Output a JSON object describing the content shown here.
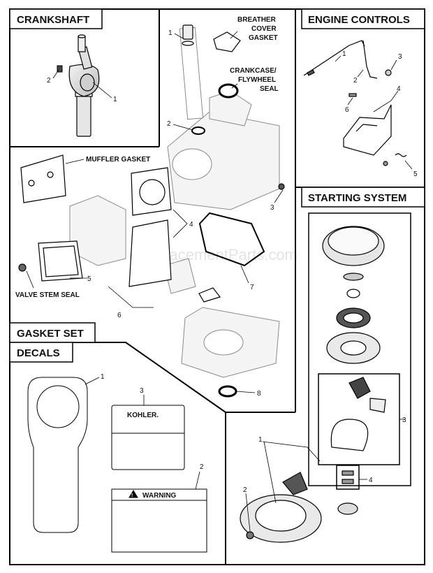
{
  "watermark": "eReplacementParts.com",
  "sections": {
    "crankshaft": {
      "title": "CRANKSHAFT",
      "callouts": [
        "1",
        "2"
      ]
    },
    "engine_controls": {
      "title": "ENGINE CONTROLS",
      "callouts": [
        "1",
        "2",
        "3",
        "4",
        "5",
        "6"
      ]
    },
    "gasket_set": {
      "title": "GASKET SET",
      "labels": {
        "breather": [
          "BREATHER",
          "COVER",
          "GASKET"
        ],
        "crankcase": [
          "CRANKCASE/",
          "FLYWHEEL",
          "SEAL"
        ],
        "muffler": "MUFFLER GASKET",
        "valve": "VALVE STEM SEAL"
      },
      "callouts": [
        "1",
        "2",
        "3",
        "4",
        "5",
        "6",
        "7",
        "8"
      ]
    },
    "starting_system": {
      "title": "STARTING SYSTEM",
      "callouts": [
        "1",
        "2",
        "3",
        "4"
      ]
    },
    "decals": {
      "title": "DECALS",
      "callouts": [
        "1",
        "2",
        "3"
      ],
      "kohler_text": "KOHLER.",
      "warning_text": "WARNING",
      "warning_symbol": "!"
    }
  }
}
